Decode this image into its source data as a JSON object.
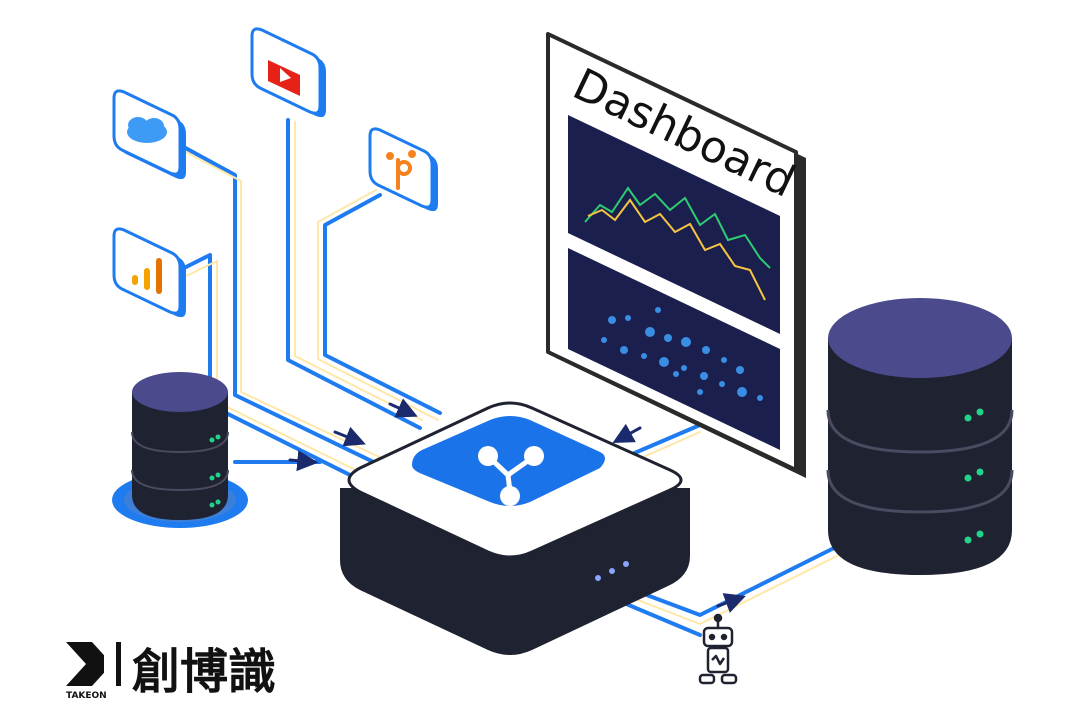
{
  "dashboard": {
    "title": "Dashboard"
  },
  "brand": {
    "logo_text": "TAKEON",
    "company_name": "創博識"
  },
  "palette": {
    "blue": "#1a73e8",
    "line_blue": "#1f7cf0",
    "dark": "#1f2230",
    "purple_top": "#4a4a8c",
    "dashboard_panel": "#1a1f4e",
    "chart_green": "#2ecc71",
    "chart_yellow": "#f5c542",
    "led_green": "#22d38a",
    "youtube_red": "#e62117",
    "hubspot_orange": "#f58220",
    "analytics_orange": "#f4a300"
  },
  "icons": [
    "salesforce-cloud-icon",
    "youtube-icon",
    "hubspot-icon",
    "google-analytics-icon",
    "share-network-icon",
    "robot-icon",
    "database-icon",
    "server-stack-icon"
  ]
}
